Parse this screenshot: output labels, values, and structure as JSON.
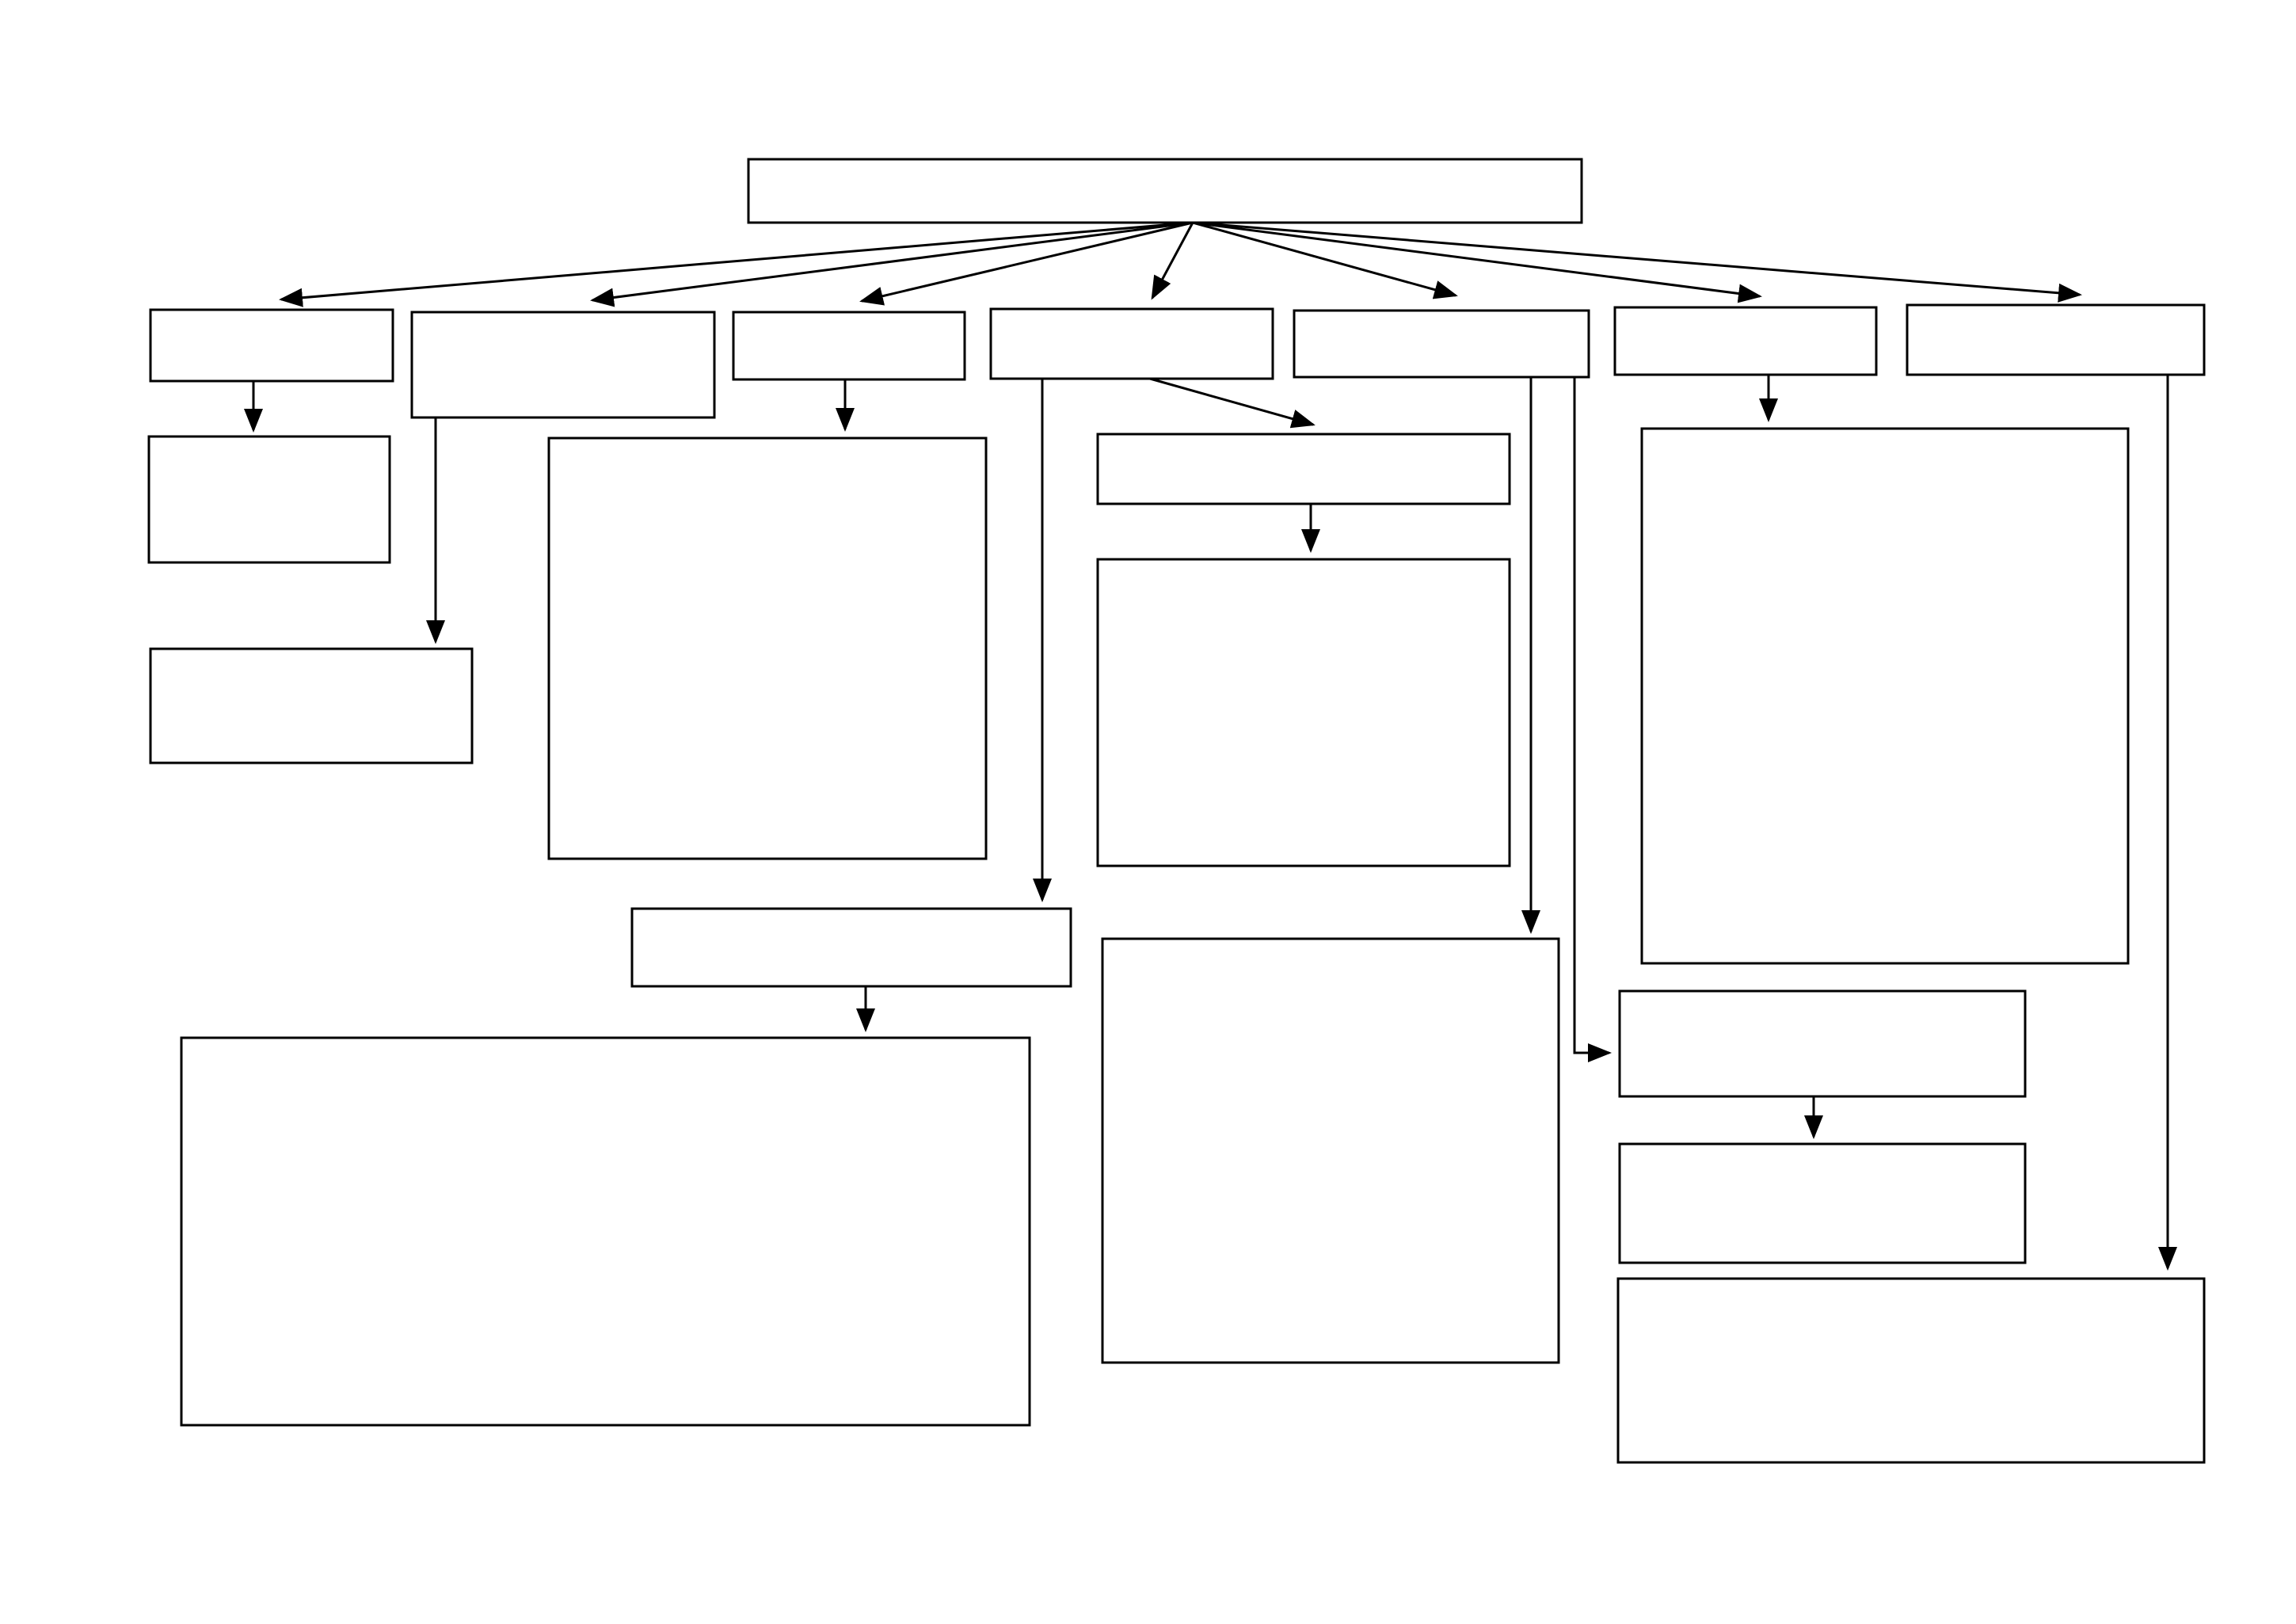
{
  "diagram": {
    "type": "flowchart",
    "box_count": 23,
    "box_text": "",
    "colors": {
      "background": "#ffffff",
      "stroke": "#000000",
      "box_fill": "#ffffff"
    },
    "boxes": [
      {
        "id": "root"
      },
      {
        "id": "branch-1"
      },
      {
        "id": "branch-2"
      },
      {
        "id": "branch-3"
      },
      {
        "id": "branch-4"
      },
      {
        "id": "branch-5"
      },
      {
        "id": "branch-6"
      },
      {
        "id": "branch-7"
      },
      {
        "id": "branch-1-child"
      },
      {
        "id": "branch-2-child"
      },
      {
        "id": "branch-3-child"
      },
      {
        "id": "branch-4-child-a"
      },
      {
        "id": "branch-4-child-a-detail"
      },
      {
        "id": "branch-4-child-b"
      },
      {
        "id": "branch-4-child-b-detail"
      },
      {
        "id": "branch-5-child-a"
      },
      {
        "id": "branch-5-child-b"
      },
      {
        "id": "branch-5-child-b-detail"
      },
      {
        "id": "branch-6-child"
      },
      {
        "id": "branch-7-child"
      }
    ],
    "connectors": [
      {
        "from": "root",
        "to": "branch-1"
      },
      {
        "from": "root",
        "to": "branch-2"
      },
      {
        "from": "root",
        "to": "branch-3"
      },
      {
        "from": "root",
        "to": "branch-4"
      },
      {
        "from": "root",
        "to": "branch-5"
      },
      {
        "from": "root",
        "to": "branch-6"
      },
      {
        "from": "root",
        "to": "branch-7"
      },
      {
        "from": "root",
        "to": "branch-8"
      },
      {
        "from": "branch-1",
        "to": "branch-1-child"
      },
      {
        "from": "branch-2",
        "to": "branch-2-child"
      },
      {
        "from": "branch-3",
        "to": "branch-3-child"
      },
      {
        "from": "branch-4",
        "to": "branch-4-child-a"
      },
      {
        "from": "branch-4-child-a",
        "to": "branch-4-child-a-detail"
      },
      {
        "from": "branch-4",
        "to": "branch-4-child-b"
      },
      {
        "from": "branch-4-child-b",
        "to": "branch-4-child-b-detail"
      },
      {
        "from": "branch-5",
        "to": "branch-5-child-a"
      },
      {
        "from": "branch-5",
        "to": "branch-5-child-b"
      },
      {
        "from": "branch-5-child-b",
        "to": "branch-5-child-b-detail"
      },
      {
        "from": "branch-6",
        "to": "branch-6-child"
      },
      {
        "from": "branch-7",
        "to": "branch-7-child"
      }
    ]
  }
}
